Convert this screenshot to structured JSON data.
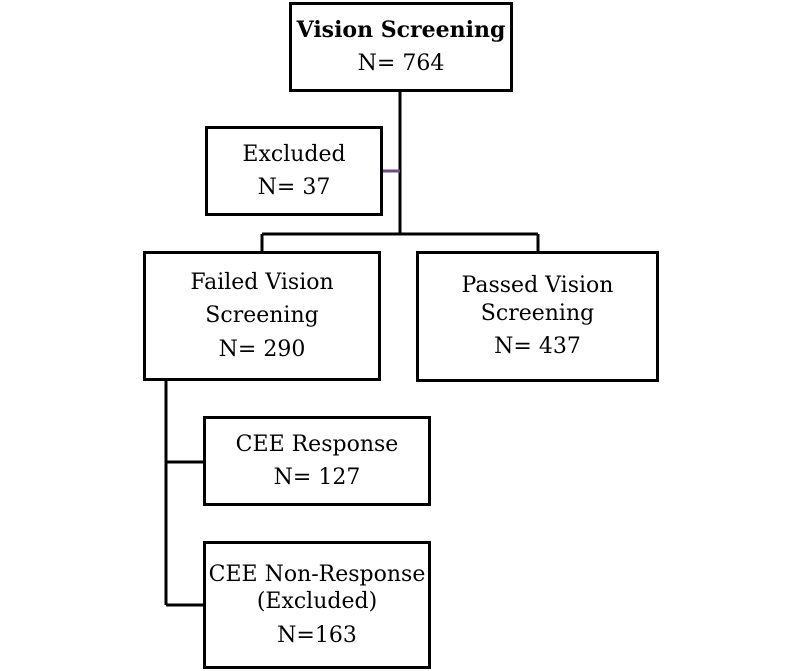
{
  "nodes": {
    "vision_screening": {
      "title": "Vision Screening",
      "n": "N= 764"
    },
    "excluded": {
      "title": "Excluded",
      "n": "N= 37"
    },
    "failed": {
      "title_line1": "Failed Vision",
      "title_line2": "Screening",
      "n": "N= 290"
    },
    "passed": {
      "title_line1": "Passed Vision",
      "title_line2": "Screening",
      "n": "N= 437"
    },
    "cee_response": {
      "title": "CEE Response",
      "n": "N= 127"
    },
    "cee_nonresponse": {
      "title_line1": "CEE Non-Response",
      "title_line2": "(Excluded)",
      "n": "N=163"
    }
  },
  "colors": {
    "line": "#000000",
    "excluded_connector": "#6b4a8a"
  }
}
